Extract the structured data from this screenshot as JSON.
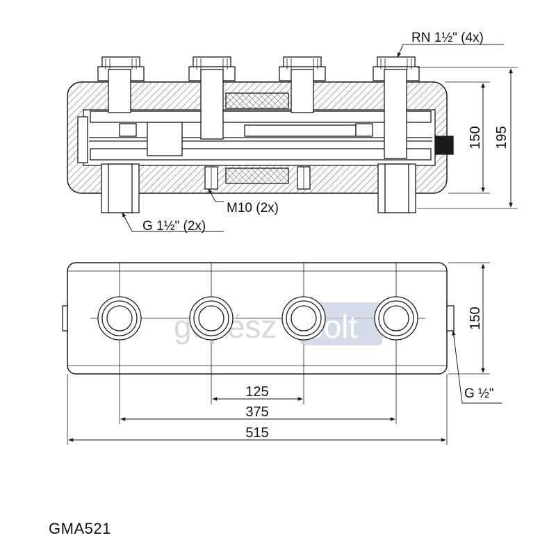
{
  "model_code": "GMA521",
  "watermark": {
    "left": "gépész",
    "right": "bolt"
  },
  "callouts": {
    "top_connections": "RN 1½\" (4x)",
    "bottom_connections": "G 1½\" (2x)",
    "mounting_threads": "M10 (2x)",
    "side_port": "G ½\""
  },
  "dimensions": {
    "section_inner_height": "150",
    "section_total_height": "195",
    "plan_height": "150",
    "spacing_center": "125",
    "spacing_middle": "375",
    "overall_length": "515"
  },
  "colors": {
    "line": "#1a1a1a",
    "hatch": "#555555",
    "watermark_box": "#c7cfe0"
  }
}
